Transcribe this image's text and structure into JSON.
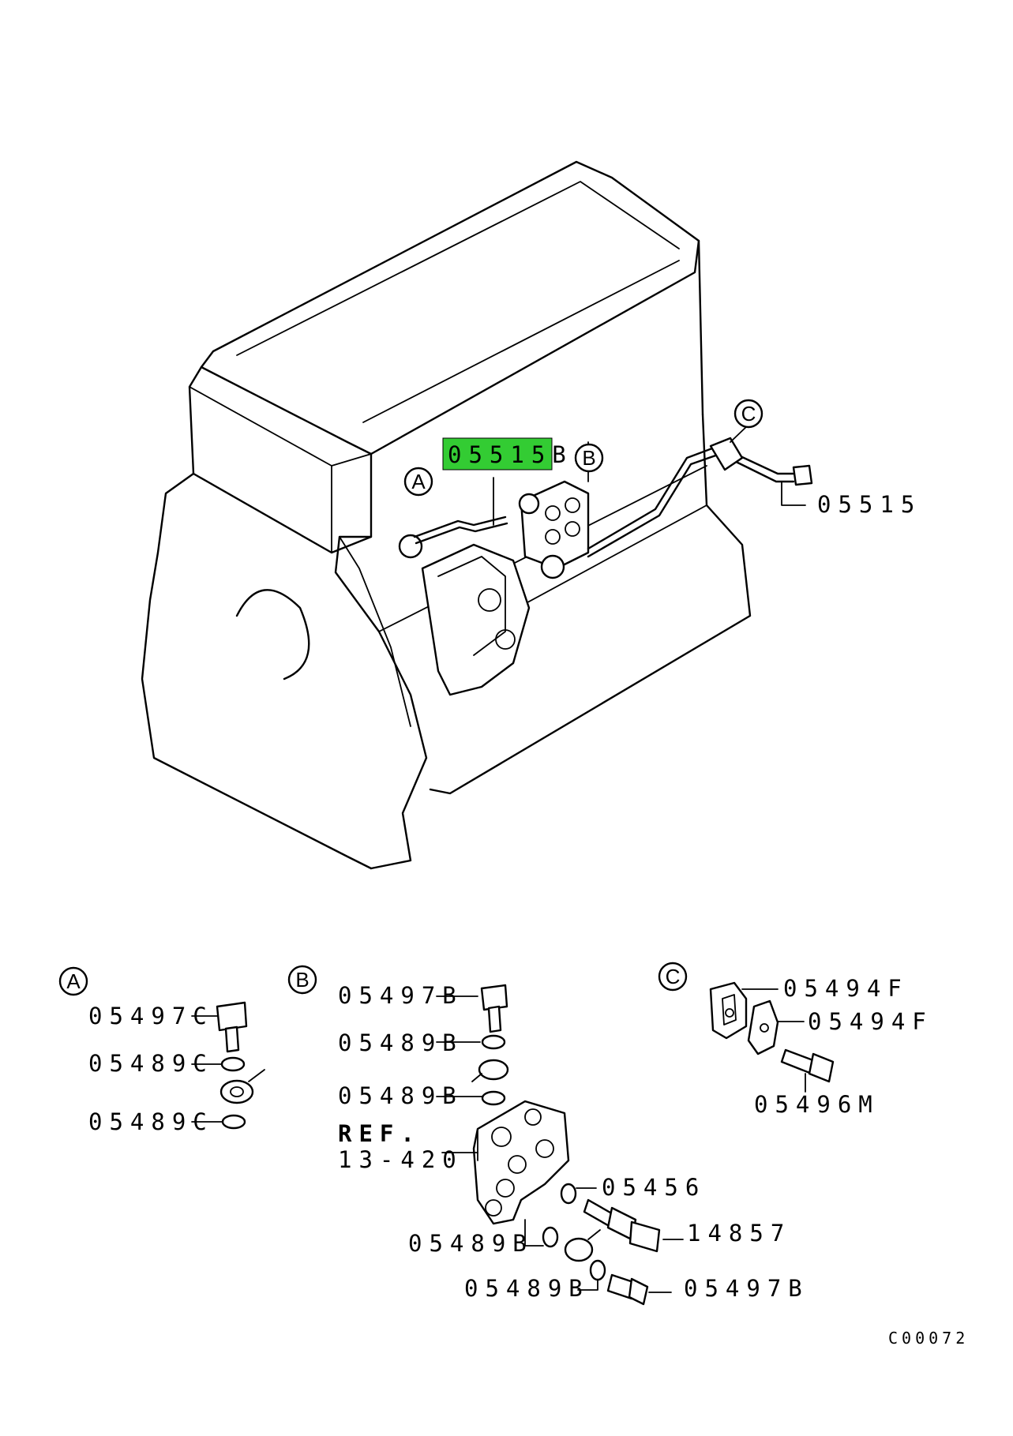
{
  "diagram_id": "C00072",
  "highlight_color": "#33cc33",
  "callouts": {
    "main_highlight": "05515B",
    "main_pipe": "05515",
    "detail_a": {
      "marker": "A",
      "bolt": "05497C",
      "washer_upper": "05489C",
      "washer_lower": "05489C"
    },
    "detail_b": {
      "marker": "B",
      "bolt_top": "05497B",
      "washer_1": "05489B",
      "washer_2": "05489B",
      "ref_title": "REF.",
      "ref_number": "13-420",
      "oring": "05456",
      "sensor": "14857",
      "washer_3": "05489B",
      "washer_4": "05489B",
      "bolt_bottom": "05497B"
    },
    "detail_c": {
      "marker": "C",
      "clamp_1": "05494F",
      "clamp_2": "05494F",
      "bolt": "05496M"
    }
  },
  "markers_main": {
    "a": "A",
    "b": "B",
    "c": "C"
  }
}
